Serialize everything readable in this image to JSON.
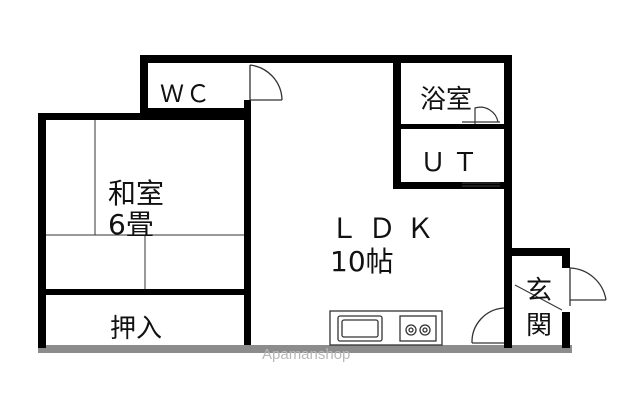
{
  "rooms": {
    "wc": "ＷＣ",
    "bath": "浴室",
    "ut": "ＵＴ",
    "washitsu_name": "和室",
    "washitsu_size": "6畳",
    "ldk_name": "ＬＤＫ",
    "ldk_size": "10帖",
    "oshiire": "押入",
    "genkan_top": "玄",
    "genkan_bottom": "関"
  },
  "watermark": "Apamanshop",
  "colors": {
    "wall": "#000000",
    "floor_line": "#555555",
    "base": "#8c8c8c",
    "watermark": "#b8b8b8"
  }
}
